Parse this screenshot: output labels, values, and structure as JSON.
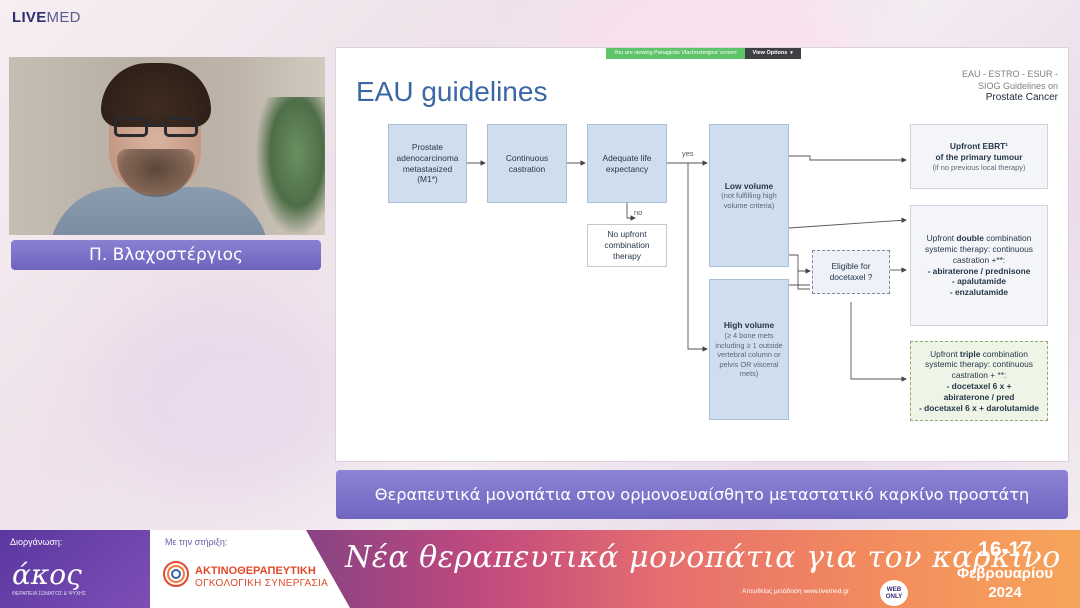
{
  "brand": {
    "part1": "LIVE",
    "part2": "MED"
  },
  "speaker": {
    "name": "Π. Βλαχοστέργιος"
  },
  "screen_share": {
    "notice": "You are viewing Panagiotis Vlachostergios' screen",
    "view_options_label": "View Options",
    "view_options_icon": "chevron-down-icon"
  },
  "slide": {
    "title": "EAU guidelines",
    "guideline_source": {
      "line1": "EAU - ESTRO - ESUR -",
      "line2": "SIOG Guidelines on",
      "line3": "Prostate Cancer"
    },
    "flow": {
      "start": {
        "line1": "Prostate",
        "line2": "adenocarcinoma",
        "line3": "metastasized",
        "line4": "(M1*)"
      },
      "castration": {
        "line1": "Continuous",
        "line2": "castration"
      },
      "life_expectancy": {
        "line1": "Adequate life",
        "line2": "expectancy"
      },
      "yes_label": "yes",
      "no_label": "no",
      "no_upfront": {
        "line1": "No upfront",
        "line2": "combination",
        "line3": "therapy"
      },
      "low_volume": {
        "title": "Low volume",
        "note1": "(not fulfilling high",
        "note2": "volume criteria)"
      },
      "high_volume": {
        "title": "High volume",
        "note1": "(≥ 4 bone mets",
        "note2": "including ≥ 1 outside",
        "note3": "vertebral column or",
        "note4": "pelvis OR visceral",
        "note5": "mets)"
      },
      "docetaxel": {
        "line1": "Eligible for",
        "line2": "docetaxel ?"
      },
      "ebrt": {
        "line1": "Upfront EBRT¹",
        "line2": "of the primary tumour",
        "line3": "(if no previous local therapy)"
      },
      "double": {
        "line1a": "Upfront ",
        "line1b": "double",
        "line1c": " combination",
        "line2": "systemic therapy: continuous",
        "line3": "castration +**:",
        "drug1": "- abiraterone / prednisone",
        "drug2": "- apalutamide",
        "drug3": "- enzalutamide"
      },
      "triple": {
        "line1a": "Upfront ",
        "line1b": "triple",
        "line1c": " combination",
        "line2": "systemic therapy: continuous",
        "line3": "castration + **:",
        "drug1": "- docetaxel 6 x +",
        "drug2": "abiraterone / pred",
        "drug3": "- docetaxel 6 x + darolutamide"
      }
    }
  },
  "caption": "Θεραπευτικά μονοπάτια στον ορμονοευαίσθητο μεταστατικό καρκίνο προστάτη",
  "footer": {
    "organizer_label": "Διοργάνωση:",
    "organizer_name": "άκος",
    "organizer_sub": "ΘΕΡΑΠΕΙΑ ΣΩΜΑΤΟΣ & ΨΥΧΗΣ",
    "support_label": "Με την στήριξη:",
    "support_name1": "ΑΚΤΙΝΟΘΕΡΑΠΕΥΤΙΚΗ",
    "support_name2": "ΟΓΚΟΛΟΓΙΚΗ ΣΥΝΕΡΓΑΣΙΑ",
    "event_title": "Νέα θεραπευτικά μονοπάτια για τον καρκίνο",
    "stream_note": "Απευθείας μετάδοση www.livemed.gr",
    "web_only_1": "WEB",
    "web_only_2": "ONLY",
    "date_days": "16-17",
    "date_month": "Φεβρουαρίου",
    "date_year": "2024"
  },
  "colors": {
    "slide_title": "#3b67a5",
    "caption_bar": "#7a70c8",
    "flow_blue": "#cfdeee"
  }
}
